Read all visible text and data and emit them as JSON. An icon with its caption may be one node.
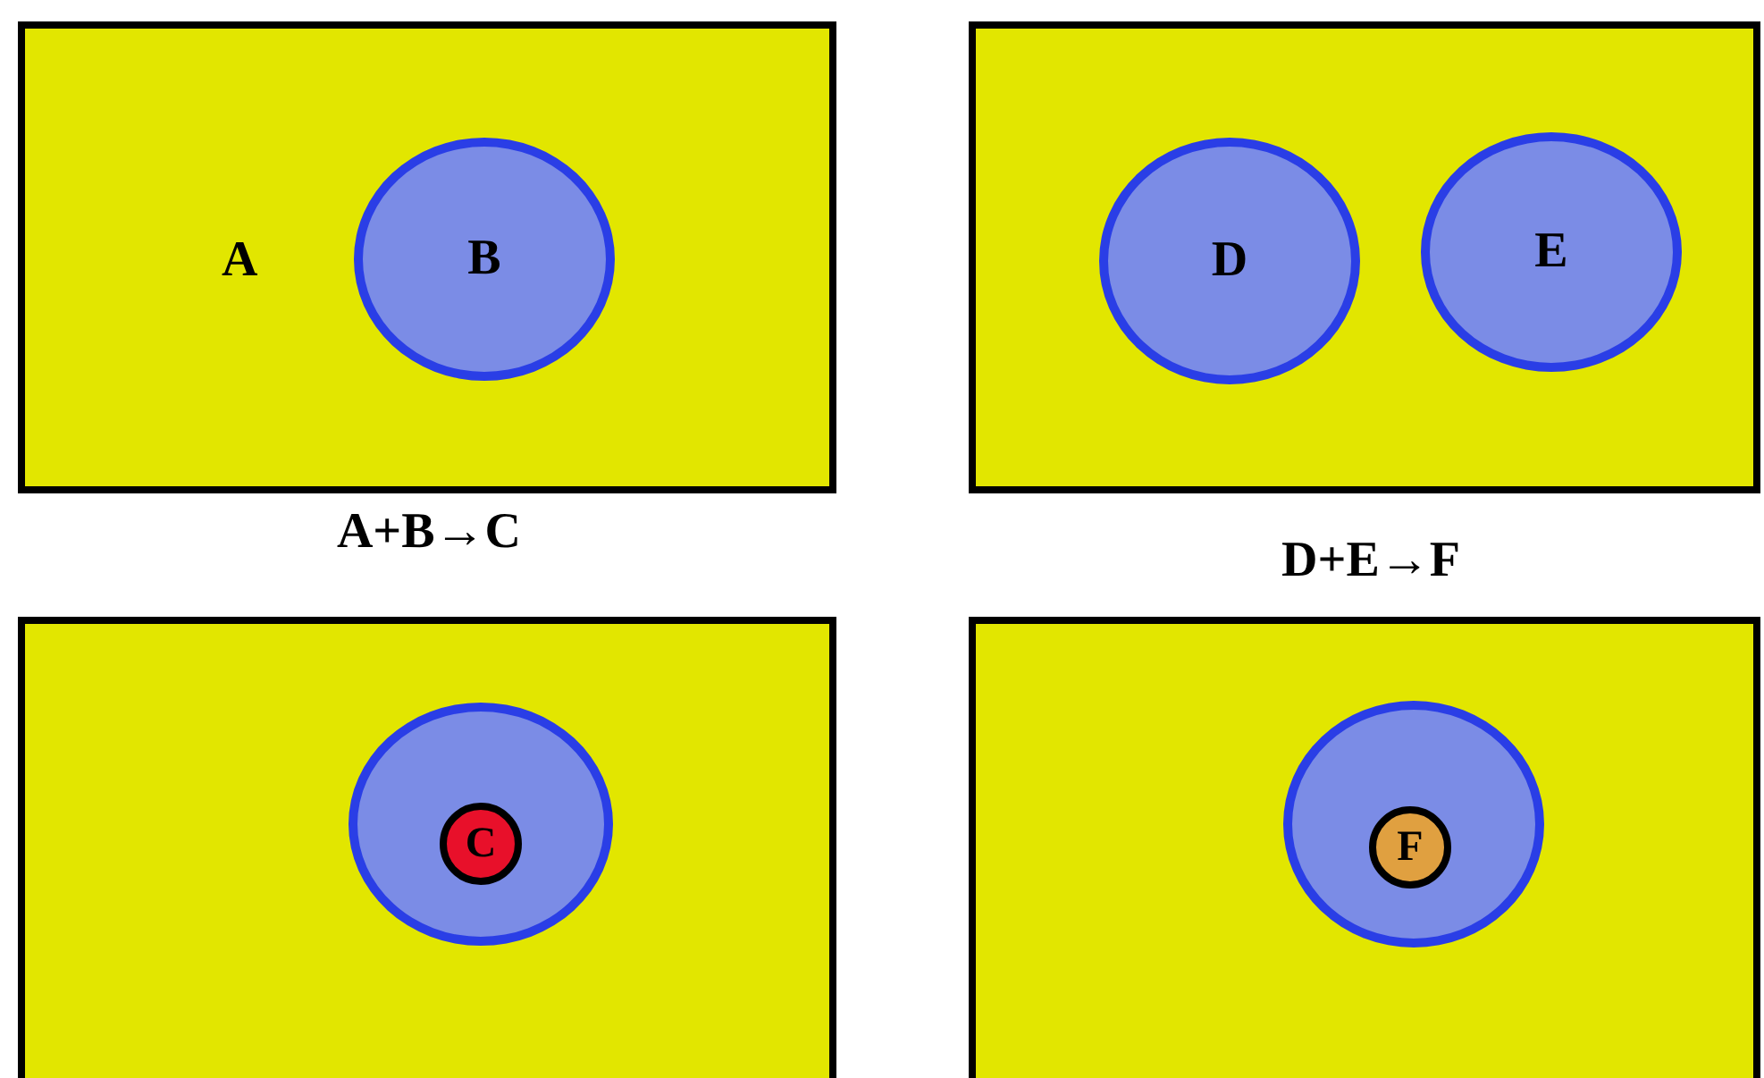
{
  "diagram": {
    "nodes": [
      {
        "text": [
          "A"
        ]
      },
      {
        "text": [
          "B"
        ],
        "in": 0
      },
      {
        "text": [],
        "shape": "box"
      },
      {
        "text": [
          "D"
        ],
        "in": 2
      },
      {
        "text": [
          "E"
        ],
        "in": 2
      },
      {
        "text": [],
        "shape": "box"
      },
      {
        "text": [],
        "shape": "circle",
        "in": 5
      },
      {
        "text": [
          "C"
        ],
        "in": 6
      },
      {
        "text": [],
        "shape": "box"
      },
      {
        "text": [],
        "shape": "circle",
        "in": 8
      },
      {
        "text": [
          "F"
        ],
        "in": 9
      }
    ],
    "labels": [
      "A+B→C",
      "D+E→F"
    ]
  }
}
